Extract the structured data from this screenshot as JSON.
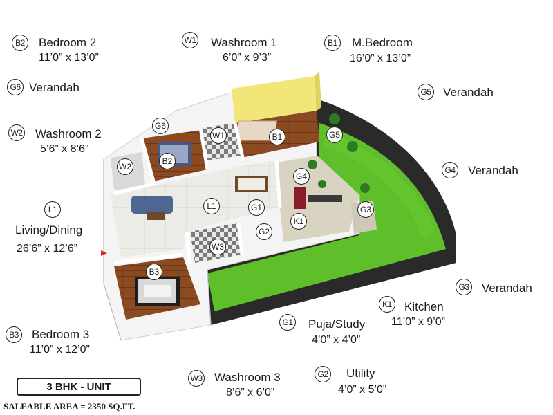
{
  "unit": {
    "title": "3 BHK - UNIT",
    "area": "SALEABLE AREA = 2350 SQ.FT."
  },
  "legend": [
    {
      "code": "B2",
      "name": "Bedroom 2",
      "dims": "11’0” x 13’0”"
    },
    {
      "code": "W1",
      "name": "Washroom 1",
      "dims": "6’0” x 9’3”"
    },
    {
      "code": "B1",
      "name": "M.Bedroom",
      "dims": "16’0” x 13’0”"
    },
    {
      "code": "G6",
      "name": "Verandah",
      "dims": ""
    },
    {
      "code": "G5",
      "name": "Verandah",
      "dims": ""
    },
    {
      "code": "W2",
      "name": "Washroom 2",
      "dims": "5’6” x 8’6”"
    },
    {
      "code": "G4",
      "name": "Verandah",
      "dims": ""
    },
    {
      "code": "L1",
      "name": "Living/Dining",
      "dims": "26’6” x 12’6”"
    },
    {
      "code": "G3",
      "name": "Verandah",
      "dims": ""
    },
    {
      "code": "K1",
      "name": "Kitchen",
      "dims": "11’0” x 9’0”"
    },
    {
      "code": "G1",
      "name": "Puja/Study",
      "dims": "4’0” x 4’0”"
    },
    {
      "code": "B3",
      "name": "Bedroom 3",
      "dims": "11’0” x 12’0”"
    },
    {
      "code": "W3",
      "name": "Washroom 3",
      "dims": "8’6” x 6’0”"
    },
    {
      "code": "G2",
      "name": "Utility",
      "dims": "4’0” x 5’0”"
    }
  ],
  "plan_markers": [
    "G6",
    "W1",
    "B1",
    "G5",
    "B2",
    "W2",
    "G4",
    "L1",
    "G1",
    "G3",
    "K1",
    "G2",
    "W3",
    "B3"
  ],
  "colors": {
    "lawn": "#5fbf2a",
    "wall": "#f2f2f2",
    "wood": "#8a4a22",
    "feature_wall": "#f3e679"
  }
}
